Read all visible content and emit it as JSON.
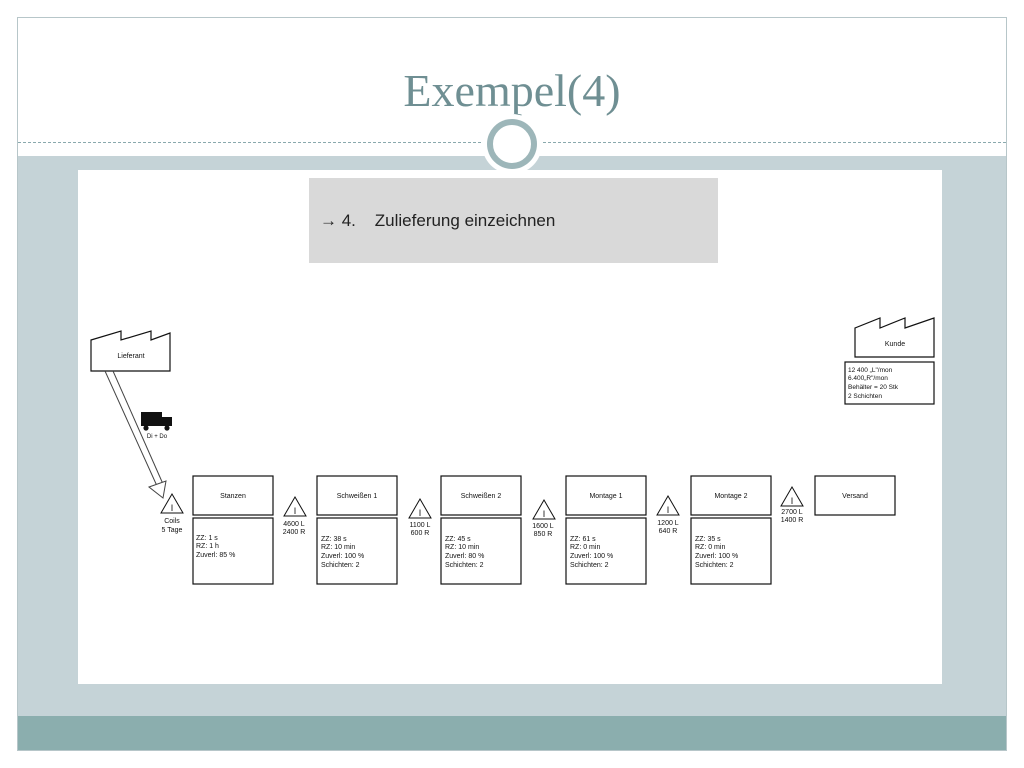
{
  "slide": {
    "title": "Exempel(4)"
  },
  "step": {
    "text": "→ 4.    Zulieferung einzeichnen"
  },
  "supplier": {
    "label": "Lieferant",
    "delivery": "Di + Do"
  },
  "customer": {
    "label": "Kunde",
    "lines": [
      "12 400 „L\"/mon",
      "6.400„R\"/mon",
      "Behälter = 20 Stk",
      "2 Schichten"
    ]
  },
  "inventory": {
    "symbol": "I",
    "items": [
      {
        "lines": [
          "Coils",
          "5 Tage"
        ]
      },
      {
        "lines": [
          "4600 L",
          "2400 R"
        ]
      },
      {
        "lines": [
          "1100 L",
          "600 R"
        ]
      },
      {
        "lines": [
          "1600 L",
          "850 R"
        ]
      },
      {
        "lines": [
          "1200 L",
          "640 R"
        ]
      },
      {
        "lines": [
          "2700 L",
          "1400 R"
        ]
      }
    ]
  },
  "processes": [
    {
      "name": "Stanzen",
      "data": [
        "ZZ: 1 s",
        "RZ: 1 h",
        "Zuverl: 85 %"
      ]
    },
    {
      "name": "Schweißen 1",
      "data": [
        "ZZ: 38 s",
        "RZ: 10 min",
        "Zuverl: 100 %",
        "Schichten: 2"
      ]
    },
    {
      "name": "Schweißen 2",
      "data": [
        "ZZ: 45 s",
        "RZ: 10 min",
        "Zuverl: 80 %",
        "Schichten: 2"
      ]
    },
    {
      "name": "Montage 1",
      "data": [
        "ZZ: 61 s",
        "RZ: 0 min",
        "Zuverl: 100 %",
        "Schichten: 2"
      ]
    },
    {
      "name": "Montage 2",
      "data": [
        "ZZ: 35 s",
        "RZ: 0 min",
        "Zuverl: 100 %",
        "Schichten: 2"
      ]
    }
  ],
  "shipping": {
    "label": "Versand"
  }
}
